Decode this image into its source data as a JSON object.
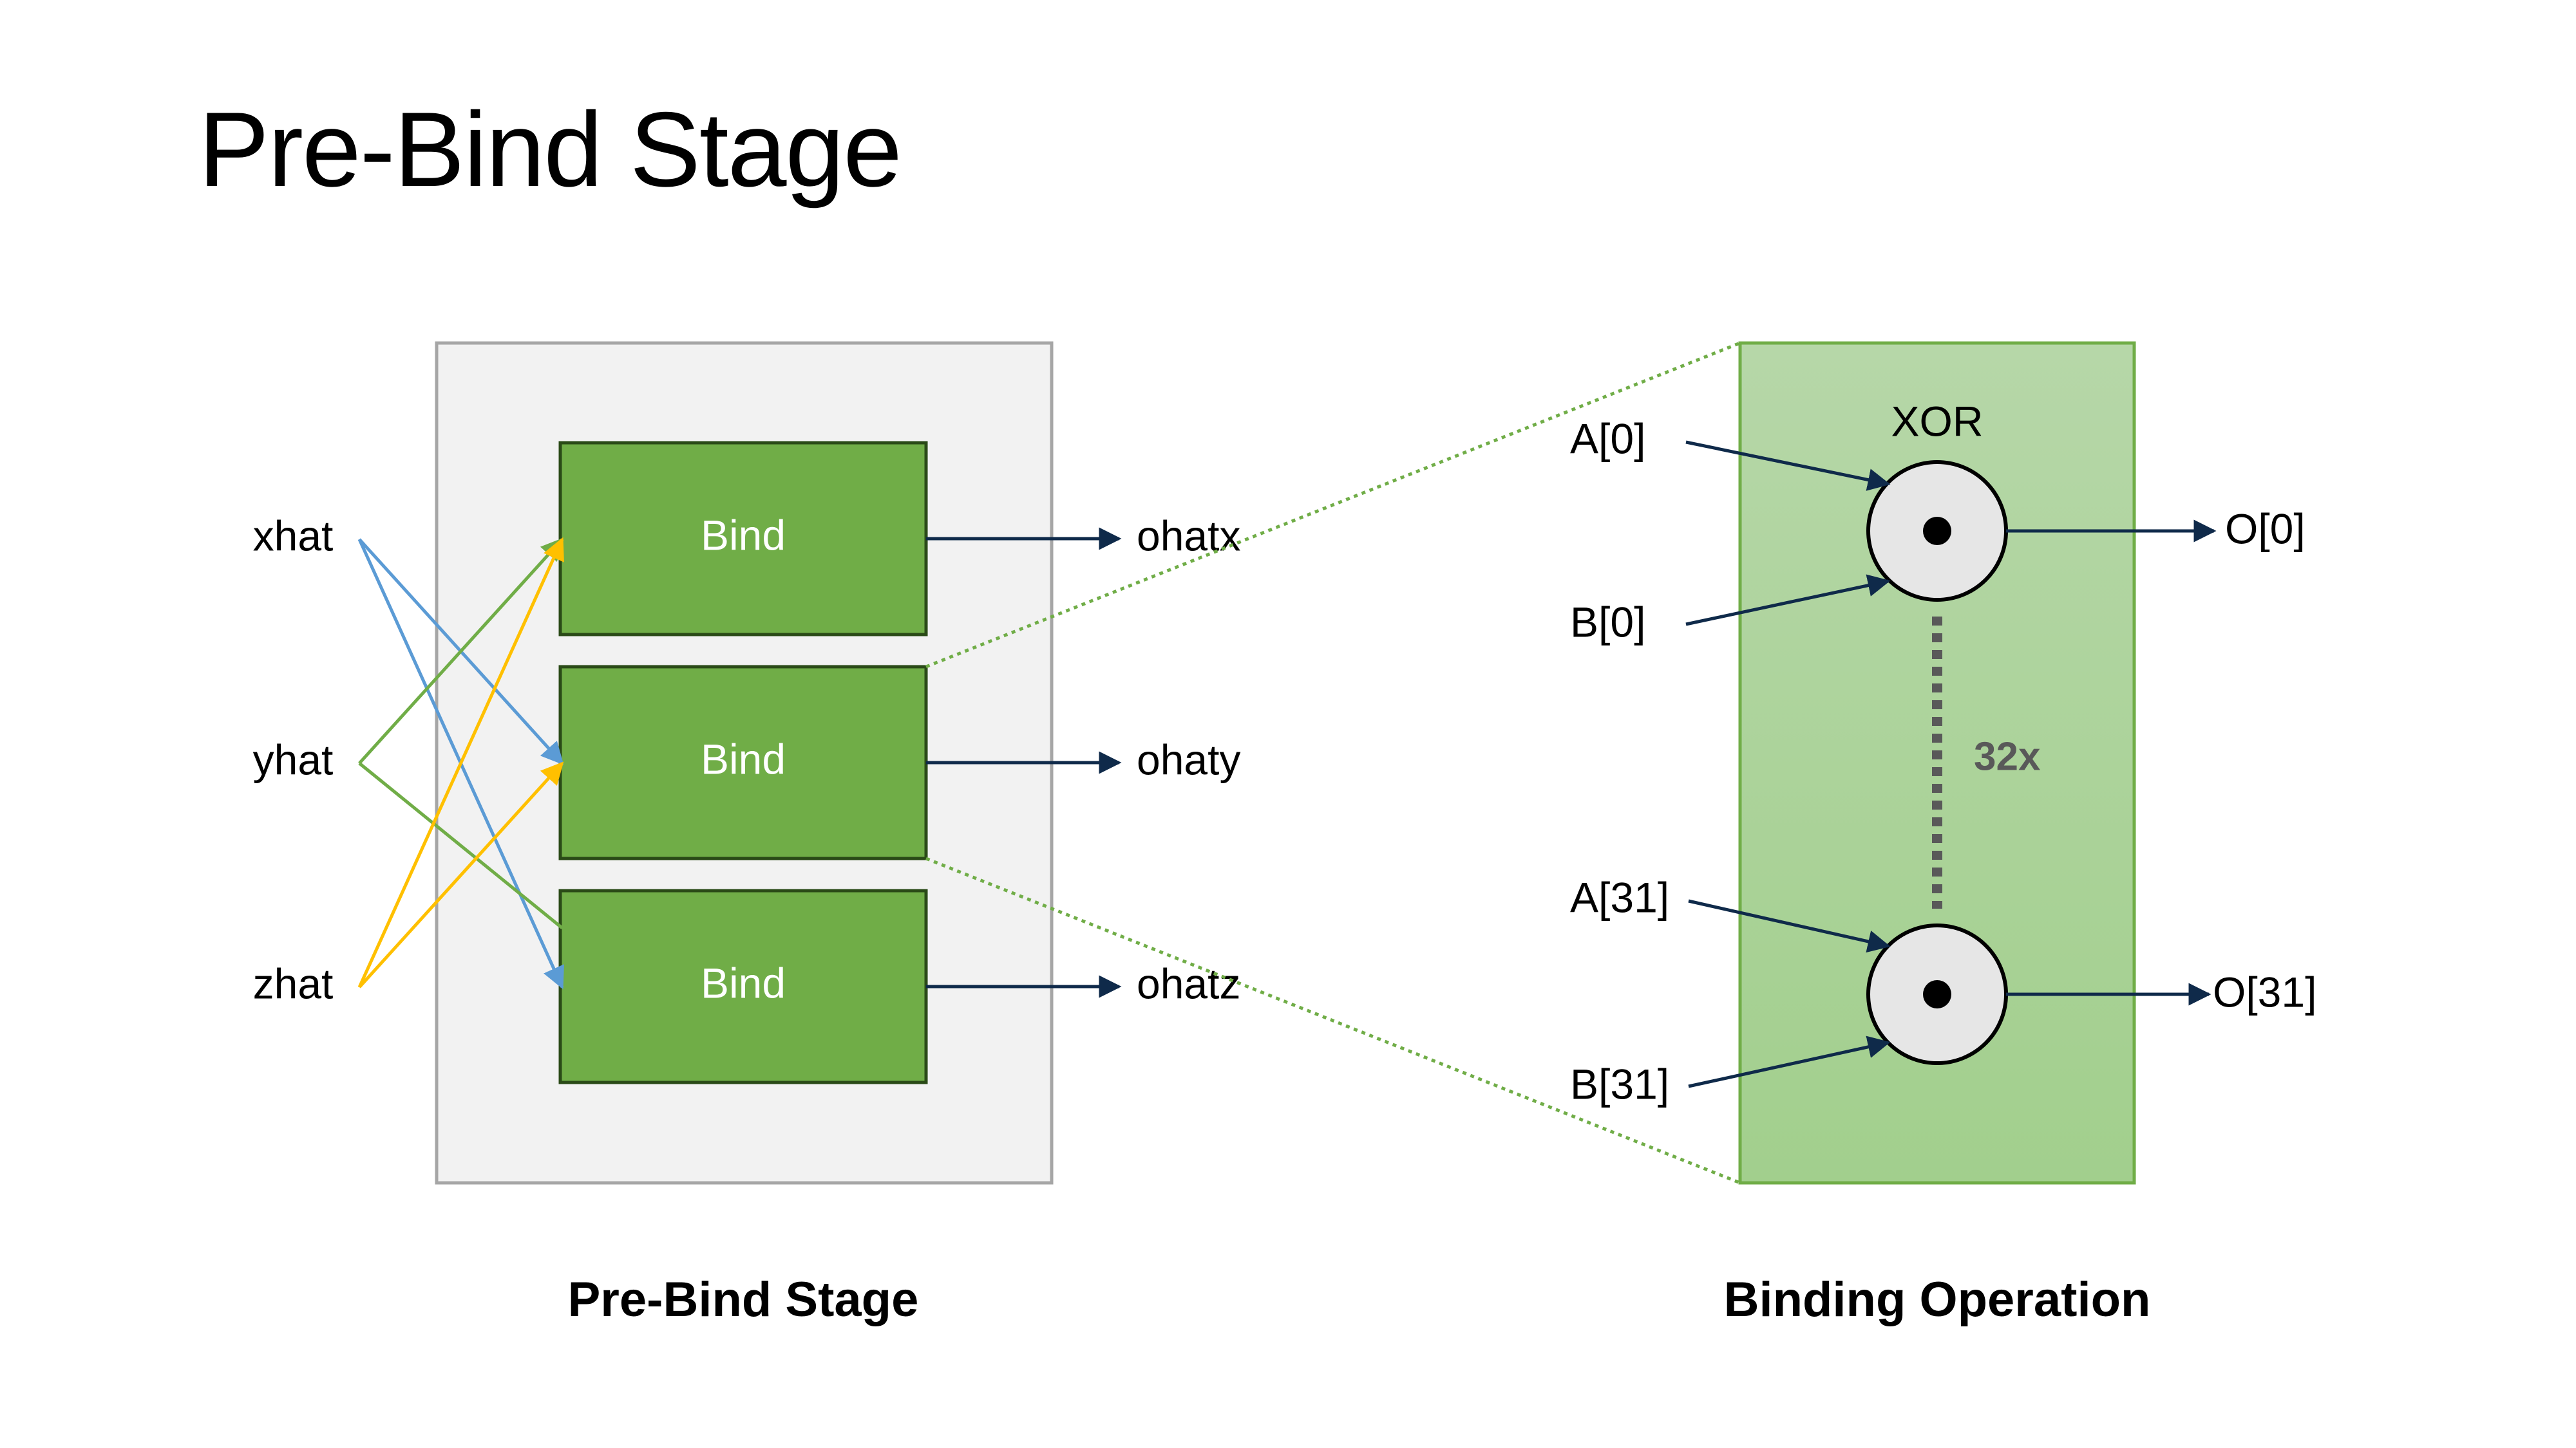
{
  "title": "Pre-Bind Stage",
  "colors": {
    "stage_fill": "#f2f2f2",
    "stage_border": "#a6a6a6",
    "bind_fill": "#70ad47",
    "bind_border": "#2a4a17",
    "op_fill_top": "#b6d7a8",
    "op_fill_bottom": "#a3cf8f",
    "op_border": "#70ad47",
    "arrow_dark": "#0f2a4a",
    "line_blue": "#5b9bd5",
    "line_green": "#70ad47",
    "line_yellow": "#ffc000",
    "dotted_green": "#70ad47",
    "xor_fill": "#e6e6e6",
    "dots_gray": "#595959"
  },
  "left": {
    "inputs": [
      "xhat",
      "yhat",
      "zhat"
    ],
    "bind_blocks": [
      "Bind",
      "Bind",
      "Bind"
    ],
    "outputs": [
      "ohatx",
      "ohaty",
      "ohatz"
    ],
    "caption": "Pre-Bind Stage"
  },
  "right": {
    "gate_label": "XOR",
    "top_inputs": [
      "A[0]",
      "B[0]"
    ],
    "top_output": "O[0]",
    "bottom_inputs": [
      "A[31]",
      "B[31]"
    ],
    "bottom_output": "O[31]",
    "repeat_label": "32x",
    "caption": "Binding Operation"
  }
}
